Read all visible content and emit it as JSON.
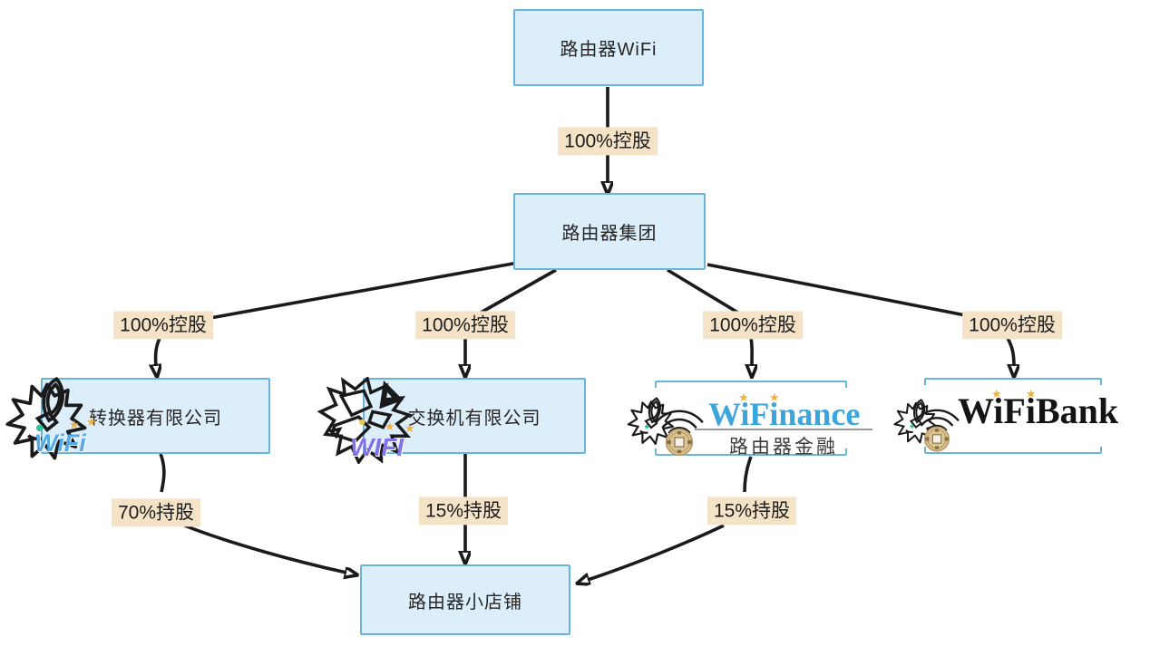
{
  "diagram": {
    "type": "flowchart",
    "nodes": [
      {
        "id": "router-wifi",
        "label": "路由器WiFi"
      },
      {
        "id": "router-group",
        "label": "路由器集团"
      },
      {
        "id": "converter-co",
        "label": "转换器有限公司",
        "logo_text": "WiFi"
      },
      {
        "id": "switch-co",
        "label": "交换机有限公司",
        "logo_text": "WIFI"
      },
      {
        "id": "wifinance",
        "brand": "WiFinance",
        "sub_label": "路由器金融"
      },
      {
        "id": "wifibank",
        "brand": "WiFiBank"
      },
      {
        "id": "shop",
        "label": "路由器小店铺"
      }
    ],
    "edges": [
      {
        "from": "路由器WiFi",
        "to": "路由器集团",
        "label": "100%控股"
      },
      {
        "from": "路由器集团",
        "to": "转换器有限公司",
        "label": "100%控股"
      },
      {
        "from": "路由器集团",
        "to": "交换机有限公司",
        "label": "100%控股"
      },
      {
        "from": "路由器集团",
        "to": "WiFinance",
        "label": "100%控股"
      },
      {
        "from": "路由器集团",
        "to": "WiFiBank",
        "label": "100%控股"
      },
      {
        "from": "转换器有限公司",
        "to": "路由器小店铺",
        "label": "70%持股"
      },
      {
        "from": "交换机有限公司",
        "to": "路由器小店铺",
        "label": "15%持股"
      },
      {
        "from": "WiFinance",
        "to": "路由器小店铺",
        "label": "15%持股"
      }
    ],
    "colors": {
      "background": "#ffffff",
      "node_fill": "#dceefa",
      "node_border": "#68b4df",
      "edge_label_bg": "#f5e3c8",
      "edge_label_text": "#1c1c1c",
      "arrow": "#1a1a1a",
      "wifinance_brand": "#3ba6dd",
      "wifibank_brand": "#141414",
      "star": "#f2b13d"
    }
  }
}
